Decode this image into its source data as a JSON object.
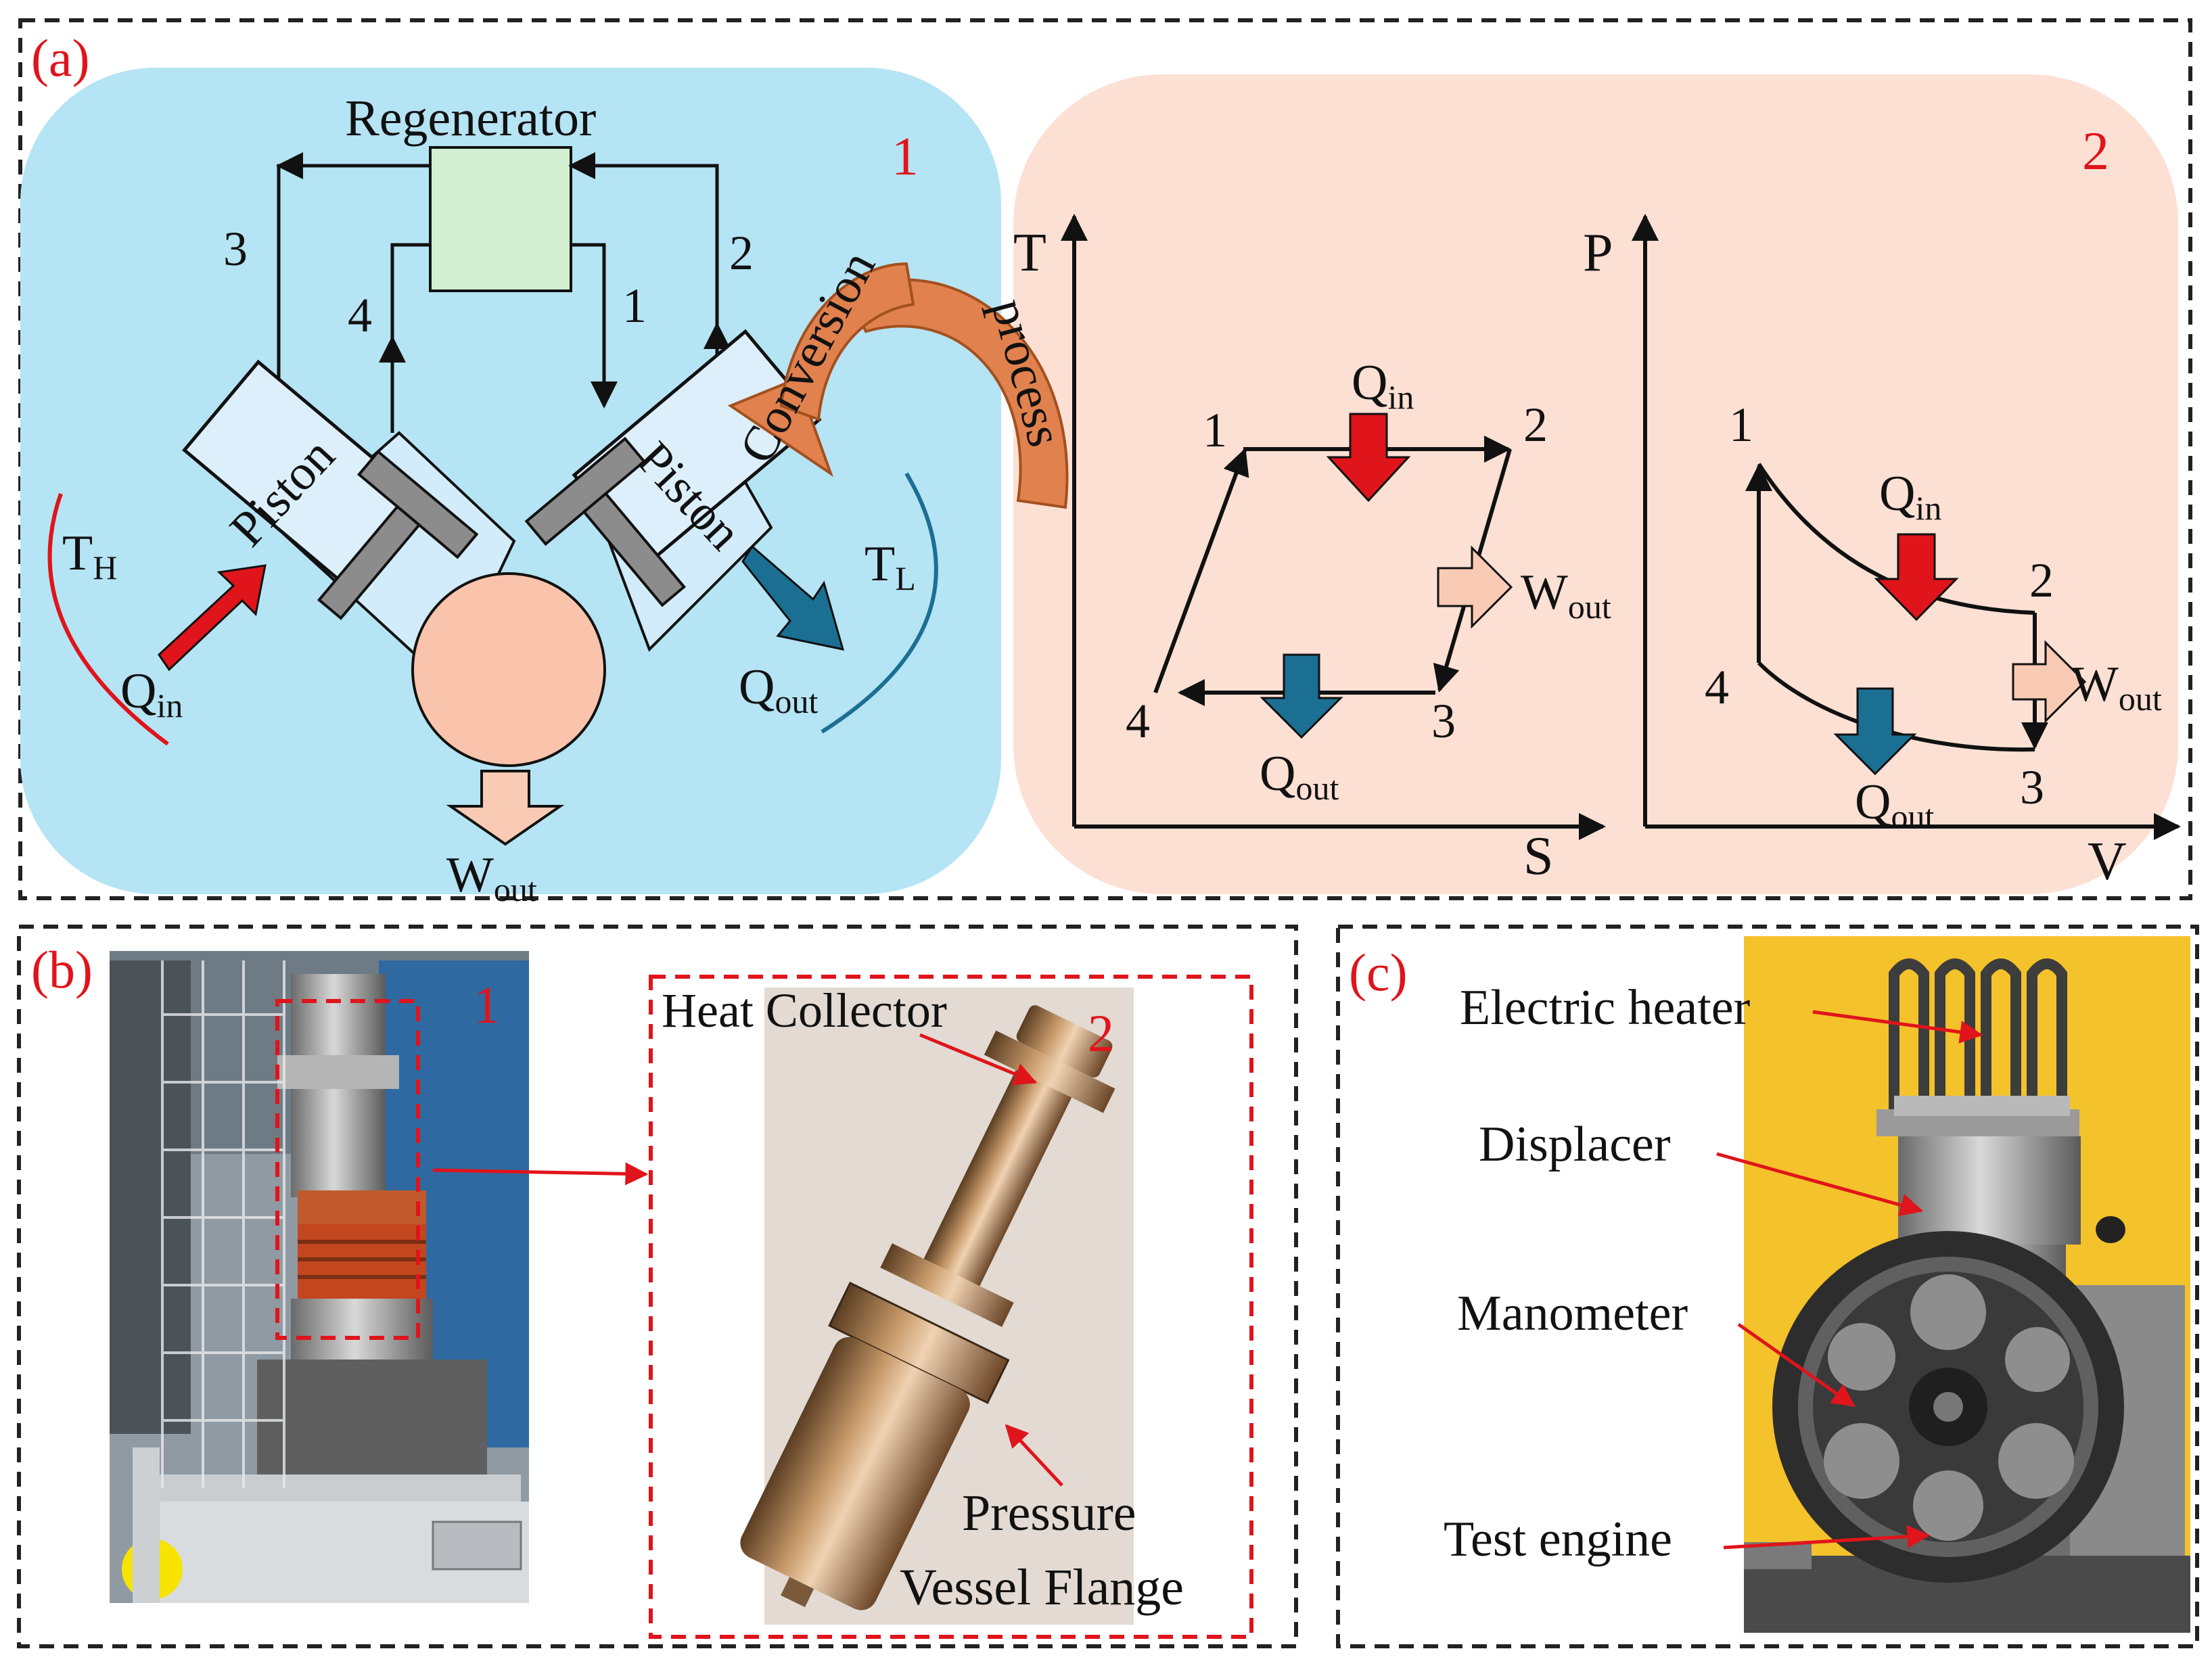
{
  "panels": {
    "a": {
      "tag": "(a)",
      "schematic": {
        "number": "1",
        "regenerator": "Regenerator",
        "piston_left": "Piston",
        "piston_right": "Piston",
        "line_3": "3",
        "line_4": "4",
        "line_1": "1",
        "line_2": "2",
        "t_hot": "T",
        "t_hot_sub": "H",
        "t_low": "T",
        "t_low_sub": "L",
        "q_in": "Q",
        "q_in_sub": "in",
        "q_out": "Q",
        "q_out_sub": "out",
        "w_out": "W",
        "w_out_sub": "out"
      },
      "conversion": {
        "word1": "Conversion",
        "word2": "process"
      },
      "diagrams": {
        "number": "2",
        "ts": {
          "y_axis": "T",
          "x_axis": "S",
          "p1": "1",
          "p2": "2",
          "p3": "3",
          "p4": "4",
          "q_in": "Q",
          "q_in_sub": "in",
          "q_out": "Q",
          "q_out_sub": "out",
          "w_out": "W",
          "w_out_sub": "out"
        },
        "pv": {
          "y_axis": "P",
          "x_axis": "V",
          "p1": "1",
          "p2": "2",
          "p3": "3",
          "p4": "4",
          "q_in": "Q",
          "q_in_sub": "in",
          "q_out": "Q",
          "q_out_sub": "out",
          "w_out": "W",
          "w_out_sub": "out"
        }
      }
    },
    "b": {
      "tag": "(b)",
      "number1": "1",
      "number2": "2",
      "heat_collector": "Heat Collector",
      "pressure_line1": "Pressure",
      "pressure_line2": "Vessel Flange"
    },
    "c": {
      "tag": "(c)",
      "electric_heater": "Electric heater",
      "displacer": "Displacer",
      "manometer": "Manometer",
      "test_engine": "Test engine"
    }
  },
  "colors": {
    "schematic_bg": "#b5e4f4",
    "diagram_bg": "#fde0d4",
    "regenerator": "#d3f0d3",
    "piston_box": "#dceffb",
    "flywheel": "#f9c4ab",
    "arrow_red": "#e0141b",
    "arrow_blue": "#1b6f93",
    "arrow_pink": "#f9cbb5",
    "conversion_arrow": "#e0814e",
    "accent_red": "#e0141b",
    "yellow_bg": "#f4c22a"
  }
}
